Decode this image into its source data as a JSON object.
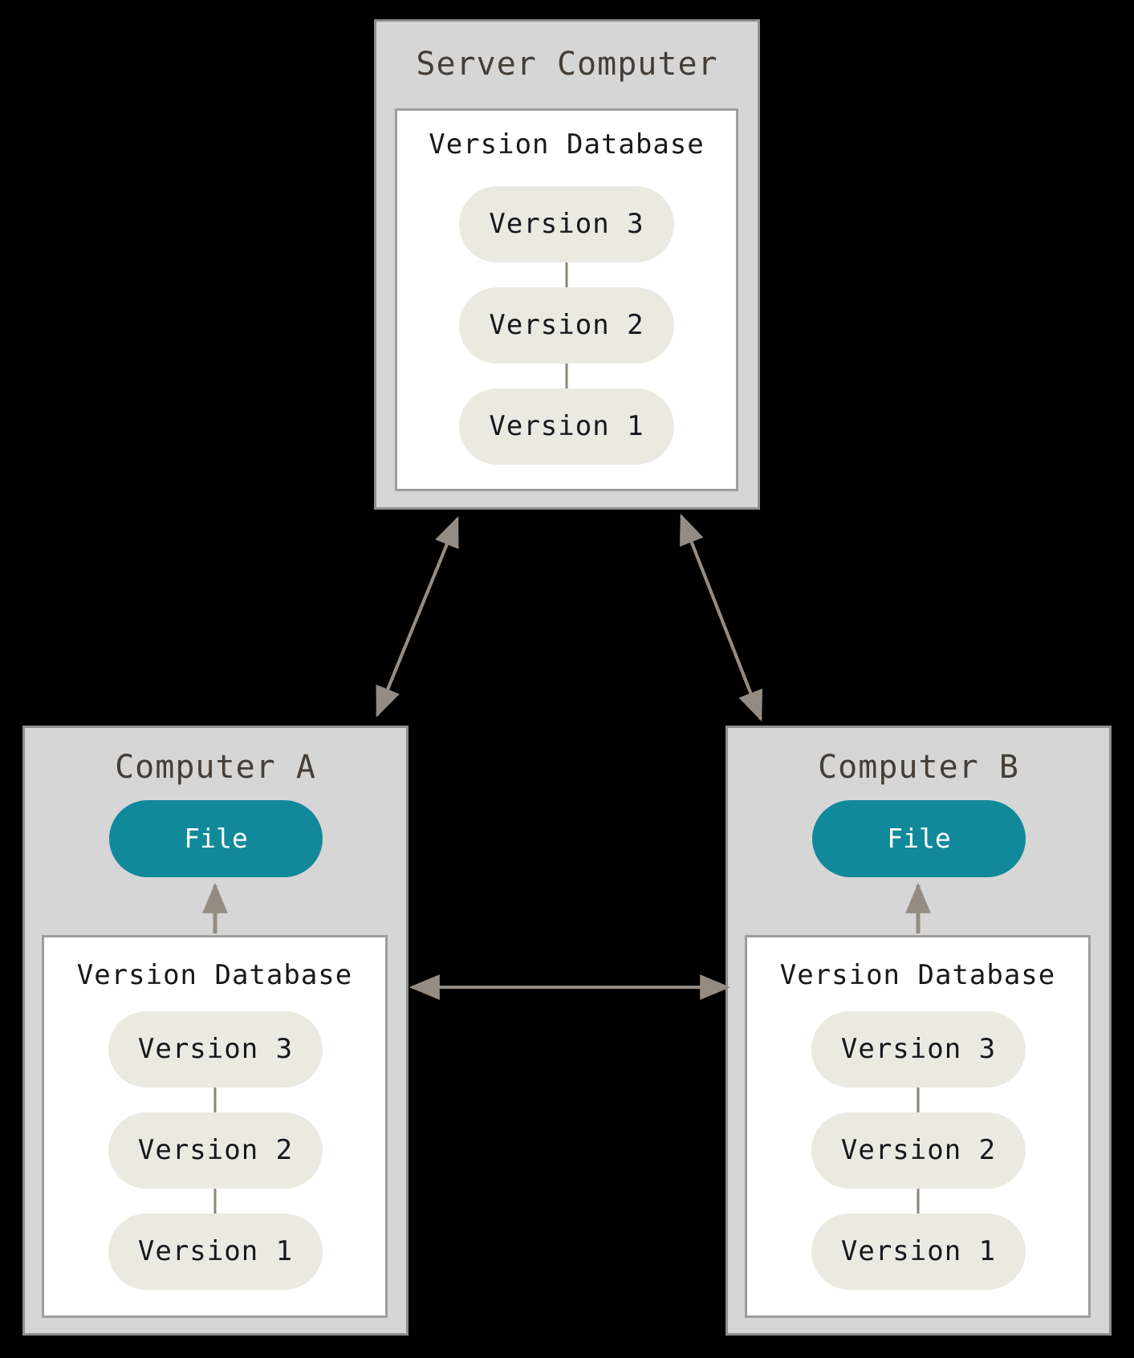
{
  "server": {
    "title": "Server Computer",
    "db": {
      "label": "Version Database",
      "versions": [
        "Version 3",
        "Version 2",
        "Version 1"
      ]
    }
  },
  "computer_a": {
    "title": "Computer A",
    "file_label": "File",
    "db": {
      "label": "Version Database",
      "versions": [
        "Version 3",
        "Version 2",
        "Version 1"
      ]
    }
  },
  "computer_b": {
    "title": "Computer B",
    "file_label": "File",
    "db": {
      "label": "Version Database",
      "versions": [
        "Version 3",
        "Version 2",
        "Version 1"
      ]
    }
  },
  "colors": {
    "background": "#000000",
    "panel_fill": "#d6d6d6",
    "panel_border": "#8f8f8f",
    "db_box_fill": "#ffffff",
    "db_box_border": "#9d9d9d",
    "version_pill_fill": "#ebeae1",
    "file_pill_fill": "#11899b",
    "file_text": "#ffffff",
    "title_text": "#453e38",
    "dark_text": "#16181b",
    "arrow": "#948c83",
    "connector": "#8b8478"
  }
}
